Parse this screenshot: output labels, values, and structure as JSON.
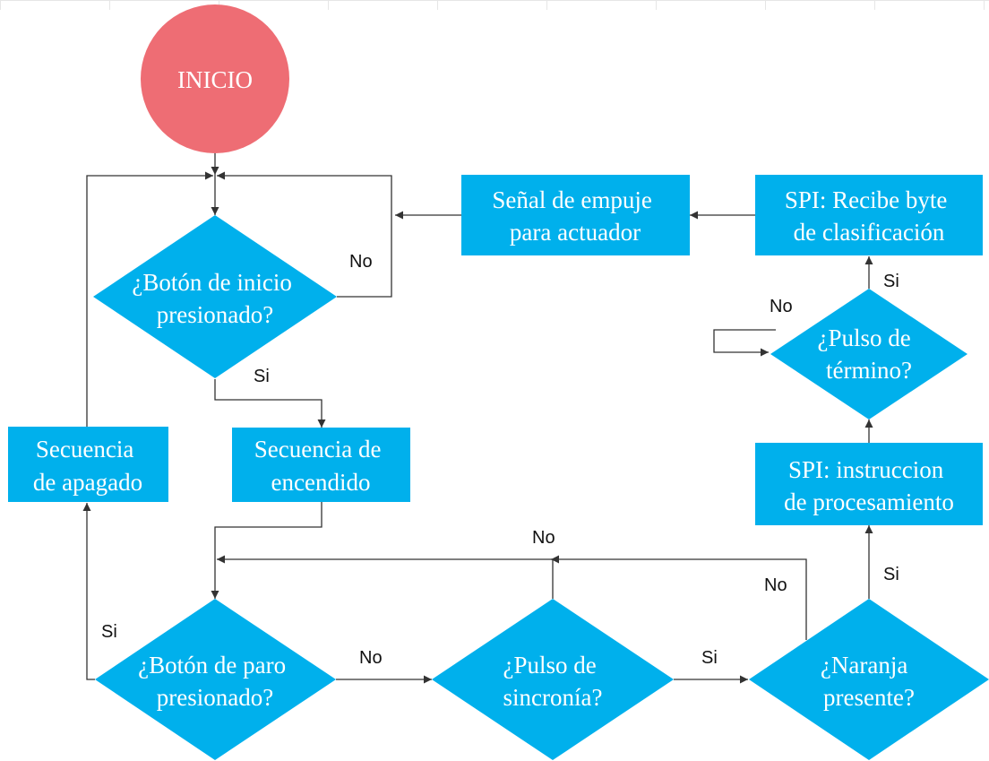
{
  "colors": {
    "node": "#00b0ec",
    "start": "#ee6d74",
    "edge": "#333333",
    "text": "#ffffff"
  },
  "nodes": {
    "inicio": {
      "lines": [
        "INICIO"
      ]
    },
    "boton_inicio": {
      "lines": [
        "¿Botón de inicio",
        "presionado?"
      ]
    },
    "senal_empuje": {
      "lines": [
        "Señal de empuje",
        "para actuador"
      ]
    },
    "spi_recibe": {
      "lines": [
        "SPI: Recibe byte",
        "de clasificación"
      ]
    },
    "pulso_termino": {
      "lines": [
        "¿Pulso de",
        "término?"
      ]
    },
    "secuencia_apagado": {
      "lines": [
        "Secuencia",
        "de apagado"
      ]
    },
    "secuencia_encendido": {
      "lines": [
        "Secuencia de",
        "encendido"
      ]
    },
    "spi_instruccion": {
      "lines": [
        "SPI: instruccion",
        "de procesamiento"
      ]
    },
    "boton_paro": {
      "lines": [
        "¿Botón de paro",
        "presionado?"
      ]
    },
    "pulso_sincronia": {
      "lines": [
        "¿Pulso de",
        "sincronía?"
      ]
    },
    "naranja": {
      "lines": [
        "¿Naranja",
        "presente?"
      ]
    }
  },
  "edge_labels": {
    "inicio_no": "No",
    "inicio_si": "Si",
    "termino_no": "No",
    "termino_si": "Si",
    "paro_si": "Si",
    "paro_no": "No",
    "sincronia_no": "No",
    "sincronia_si": "Si",
    "naranja_no": "No",
    "naranja_si": "Si"
  }
}
